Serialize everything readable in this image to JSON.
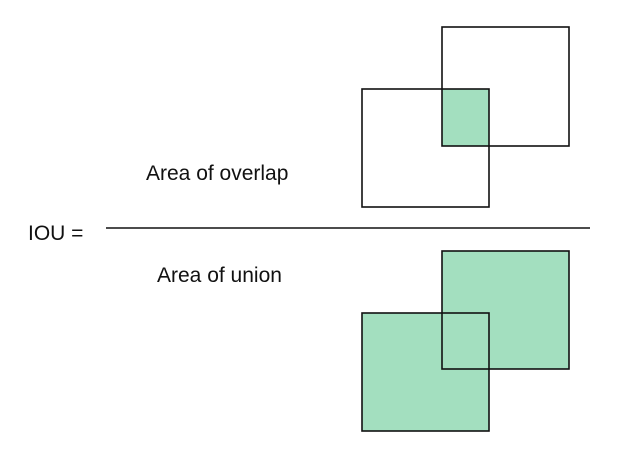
{
  "formula": {
    "lhs": "IOU =",
    "numerator_label": "Area of overlap",
    "denominator_label": "Area of union"
  },
  "colors": {
    "fill": "#a3dfbf",
    "stroke": "#111111",
    "background": "#ffffff"
  }
}
